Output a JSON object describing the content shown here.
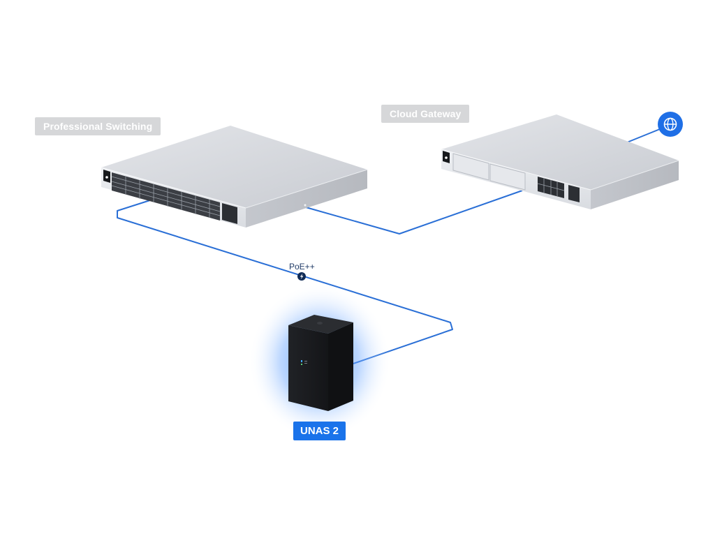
{
  "nodes": {
    "switch": {
      "label": "Professional Switching"
    },
    "gateway": {
      "label": "Cloud Gateway"
    },
    "nas": {
      "label": "UNAS 2"
    }
  },
  "links": {
    "poe_label": "PoE++"
  },
  "icons": {
    "internet": "globe-icon",
    "poe": "lightning-bolt-icon"
  },
  "colors": {
    "link_line": "#2a6fd6",
    "accent": "#1a73ea",
    "device_silver": "#d5d8dd",
    "nas_body": "#1c1e21"
  }
}
